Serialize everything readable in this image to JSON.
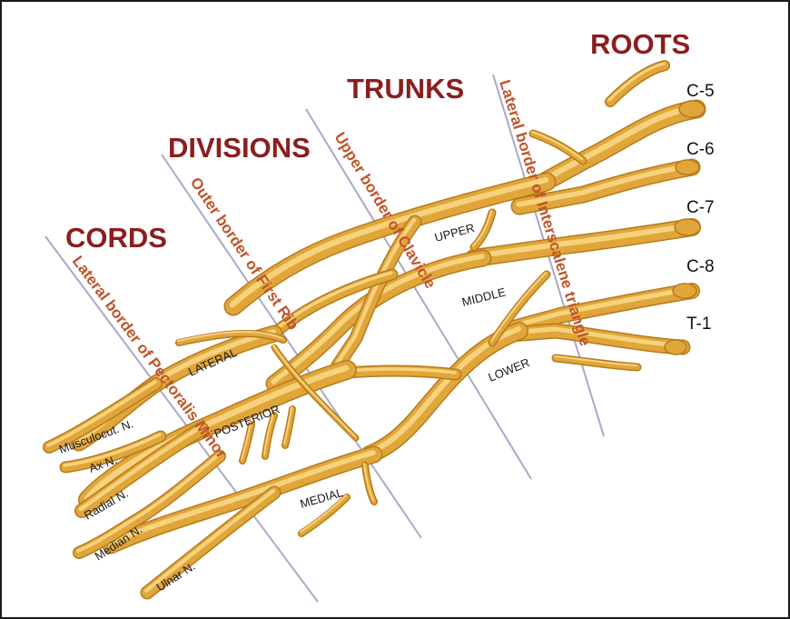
{
  "colors": {
    "heading": "#8B1E1E",
    "border_text": "#C0532A",
    "border_line": "#A8A8C8",
    "nerve_main": "#E0A63A",
    "nerve_edge": "#B87A1C",
    "nerve_highlight": "#F6D27C"
  },
  "headings": {
    "roots": "ROOTS",
    "trunks": "TRUNKS",
    "divisions": "DIVISIONS",
    "cords": "CORDS"
  },
  "borders": {
    "interscalene": "Lateral border of Interscalene triangle",
    "clavicle": "Upper border of Clavicle",
    "first_rib": "Outer border of First Rib",
    "pectoralis": "Lateral border of Pectoralis Minor"
  },
  "roots": [
    "C-5",
    "C-6",
    "C-7",
    "C-8",
    "T-1"
  ],
  "trunks": {
    "upper": "UPPER",
    "middle": "MIDDLE",
    "lower": "LOWER"
  },
  "cords": {
    "lateral": "LATERAL",
    "posterior": "POSTERIOR",
    "medial": "MEDIAL"
  },
  "nerves": {
    "musculocutaneous": "Musculocut. N.",
    "axillary": "Ax N.",
    "radial": "Radial N.",
    "median": "Median N.",
    "ulnar": "Ulnar N."
  }
}
